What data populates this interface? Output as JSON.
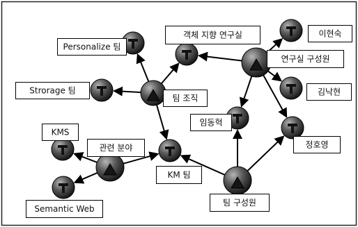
{
  "nodes": [
    {
      "id": "obj",
      "label": "객체 지향 연구실"
    },
    {
      "id": "pers",
      "label": "Personalize 팀"
    },
    {
      "id": "lhs",
      "label": "이현숙"
    },
    {
      "id": "lab",
      "label": "연구실 구성원"
    },
    {
      "id": "stor",
      "label": "Strorage 팀"
    },
    {
      "id": "team",
      "label": "팀 조직"
    },
    {
      "id": "kjh",
      "label": "김낙현"
    },
    {
      "id": "idh",
      "label": "임동혁"
    },
    {
      "id": "jhy",
      "label": "정호영"
    },
    {
      "id": "kms",
      "label": "KMS"
    },
    {
      "id": "rel",
      "label": "관련 분야"
    },
    {
      "id": "km",
      "label": "KM 팀"
    },
    {
      "id": "sem",
      "label": "Semantic Web"
    },
    {
      "id": "mem",
      "label": "팀 구성원"
    }
  ],
  "class_nodes": [
    "team",
    "rel",
    "lab",
    "mem"
  ],
  "edges": [
    {
      "from": "team",
      "to": "pers"
    },
    {
      "from": "team",
      "to": "obj"
    },
    {
      "from": "team",
      "to": "stor"
    },
    {
      "from": "team",
      "to": "km"
    },
    {
      "from": "lab",
      "to": "obj"
    },
    {
      "from": "lab",
      "to": "lhs"
    },
    {
      "from": "lab",
      "to": "kjh"
    },
    {
      "from": "lab",
      "to": "jhy"
    },
    {
      "from": "lab",
      "to": "idh"
    },
    {
      "from": "rel",
      "to": "kms"
    },
    {
      "from": "rel",
      "to": "km"
    },
    {
      "from": "rel",
      "to": "sem"
    },
    {
      "from": "mem",
      "to": "km"
    },
    {
      "from": "mem",
      "to": "idh"
    },
    {
      "from": "mem",
      "to": "jhy"
    }
  ],
  "colors": {
    "node_dark": "#1c1c1c",
    "node_light": "#9a9a9a",
    "edge": "#000000",
    "label_border": "#000000",
    "label_fill": "#ffffff"
  }
}
